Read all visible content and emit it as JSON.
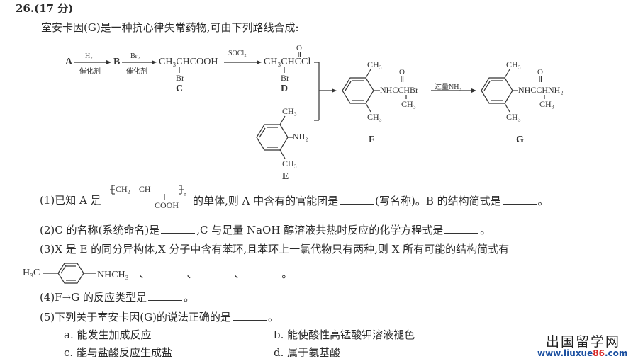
{
  "question": {
    "number": "26.",
    "points": "(17 分)",
    "intro": "室安卡因(G)是一种抗心律失常药物,可由下列路线合成:"
  },
  "scheme": {
    "compounds": {
      "A": "A",
      "B": "B",
      "C": {
        "label": "C",
        "main": "CH₃CHCOOH",
        "sub": "Br"
      },
      "D": {
        "label": "D",
        "main": "CH₃CHCCl",
        "top": "O",
        "sub": "Br"
      },
      "E": {
        "label": "E",
        "ch3_top": "CH₃",
        "group": "NH₂",
        "ch3_bottom": "CH₃"
      },
      "F": {
        "label": "F",
        "ch3_top": "CH₃",
        "group": "NHCCHBr",
        "carbonyl": "O",
        "sub": "CH₃",
        "ch3_bottom": "CH₃"
      },
      "G": {
        "label": "G",
        "ch3_top": "CH₃",
        "group": "NHCCHNH₂",
        "carbonyl": "O",
        "sub": "CH₃",
        "ch3_bottom": "CH₃"
      }
    },
    "arrows": [
      {
        "from": "A",
        "to": "B",
        "above": "H₂",
        "below": "催化剂"
      },
      {
        "from": "B",
        "to": "C",
        "above": "Br₂",
        "below": "催化剂"
      },
      {
        "from": "C",
        "to": "D",
        "above": "SOCl₂",
        "below": ""
      },
      {
        "from": "D+E",
        "to": "F",
        "above": "",
        "below": ""
      },
      {
        "from": "F",
        "to": "G",
        "above": "过量NH₃",
        "below": ""
      }
    ]
  },
  "parts": [
    {
      "id": "1",
      "prefix": "(1)已知 A 是",
      "polymer": {
        "main": "CH₂—CH",
        "sub": "COOH",
        "n": "n"
      },
      "text_a": "的单体,则 A 中含有的官能团是",
      "text_b": "(写名称)。B 的结构简式是",
      "text_c": "。"
    },
    {
      "id": "2",
      "text_a": "(2)C 的名称(系统命名)是",
      "text_b": ",C 与足量 NaOH 醇溶液共热时反应的化学方程式是",
      "text_c": "。"
    },
    {
      "id": "3",
      "text_a": "(3)X 是 E 的同分异构体,X 分子中含有苯环,且苯环上一氯代物只有两种,则 X 所有可能的结构简式有",
      "example": {
        "left": "H₃C",
        "right": "NHCH₃"
      },
      "sep": "、",
      "end": "。"
    },
    {
      "id": "4",
      "text_a": "(4)F→G 的反应类型是",
      "text_c": "。"
    },
    {
      "id": "5",
      "text_a": "(5)下列关于室安卡因(G)的说法正确的是",
      "text_c": "。",
      "options": [
        {
          "key": "a",
          "text": "a. 能发生加成反应"
        },
        {
          "key": "b",
          "text": "b. 能使酸性高锰酸钾溶液褪色"
        },
        {
          "key": "c",
          "text": "c. 能与盐酸反应生成盐"
        },
        {
          "key": "d",
          "text": "d. 属于氨基酸"
        }
      ]
    }
  ],
  "watermark": {
    "site_name": "出国留学网",
    "url_prefix": "www.liuxue",
    "url_num": "86",
    "url_suffix": ".com"
  }
}
